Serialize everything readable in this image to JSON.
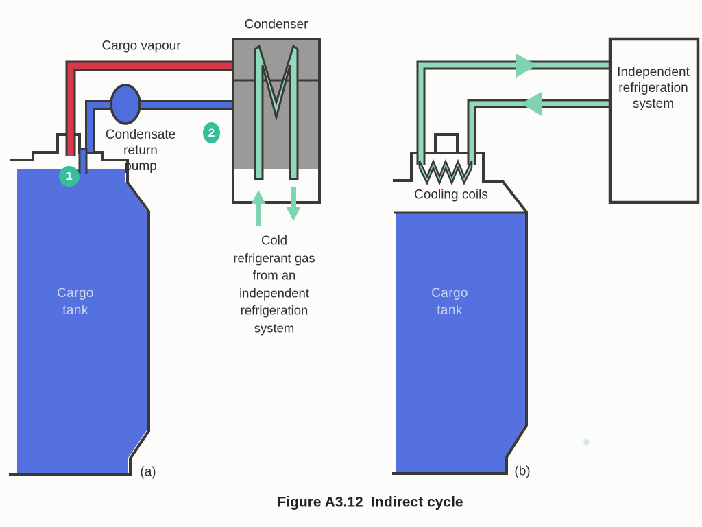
{
  "figure": {
    "caption": "Figure A3.12  Indirect cycle",
    "panel_a_label": "(a)",
    "panel_b_label": "(b)"
  },
  "panel_a": {
    "condenser_label": "Condenser",
    "cargo_vapour_label": "Cargo vapour",
    "pump_label": "Condensate\nreturn\npump",
    "cold_refrigerant_label": "Cold\nrefrigerant gas\nfrom an\nindependent\nrefrigeration\nsystem",
    "cargo_tank_label": "Cargo\ntank",
    "badge_1": "1",
    "badge_2": "2"
  },
  "panel_b": {
    "system_box_label": "Independent\nrefrigeration\nsystem",
    "cooling_coils_label": "Cooling coils",
    "cargo_tank_label": "Cargo\ntank"
  },
  "colors": {
    "pipe_red": "#d5394b",
    "pipe_blue": "#4e6edc",
    "tank_blue": "#5571df",
    "refrigerant_green": "#8fd9bc",
    "arrow_green": "#7ed3b2",
    "badge_teal": "#38be98",
    "condenser_gray": "#9c9a98",
    "outline_dark": "#3b3937",
    "tank_label_text": "#cbd5f0",
    "text_dark": "#2f2e2c"
  },
  "icons": {
    "flow_up_arrow": "▲",
    "flow_down_arrow": "▼",
    "flow_right_arrow": "▶",
    "flow_left_arrow": "◀"
  }
}
